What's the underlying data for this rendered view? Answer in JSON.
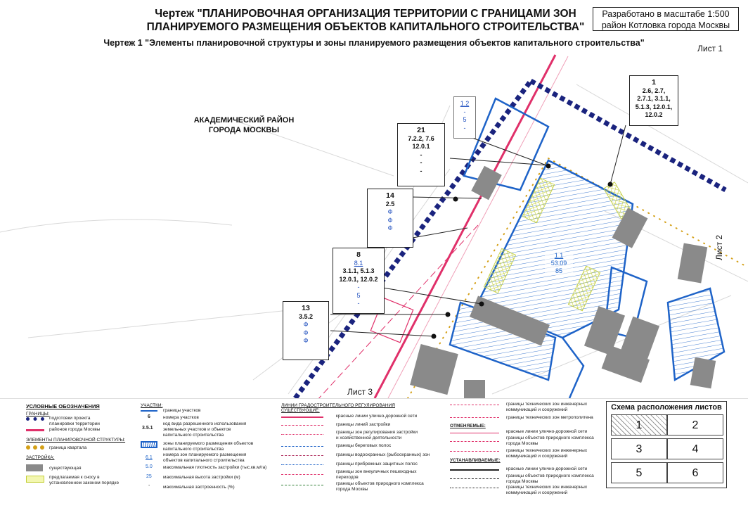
{
  "header": {
    "title_line1": "Чертеж \"ПЛАНИРОВОЧНАЯ ОРГАНИЗАЦИЯ ТЕРРИТОРИИ С ГРАНИЦАМИ ЗОН",
    "title_line2": "ПЛАНИРУЕМОГО РАЗМЕЩЕНИЯ ОБЪЕКТОВ КАПИТАЛЬНОГО СТРОИТЕЛЬСТВА\"",
    "stamp_line1": "Разработано в масштабе 1:500",
    "stamp_line2": "район Котловка города Москвы",
    "subtitle": "Чертеж 1 \"Элементы планировочной структуры и зоны планируемого размещения объектов капитального строительства\"",
    "sheet_label": "Лист 1"
  },
  "map": {
    "area_name_line1": "АКАДЕМИЧЕСКИЙ РАЙОН",
    "area_name_line2": "ГОРОДА МОСКВЫ",
    "sheet2_label": "Лист 2",
    "sheet3_label": "Лист 3",
    "zone_label": {
      "n": "1.1",
      "density": "53.09",
      "height": "85"
    },
    "callouts": {
      "c1": {
        "n": "1",
        "l1": "2.6, 2.7,",
        "l2": "2.7.1, 3.1.1,",
        "l3": "5.1.3, 12.0.1,",
        "l4": "12.0.2"
      },
      "c12": {
        "n": "1.2",
        "l1": "-",
        "l2": "5",
        "l3": "-"
      },
      "c21": {
        "n": "21",
        "l1": "7.2.2, 7.6",
        "l2": "12.0.1",
        "l3": "-",
        "l4": "-",
        "l5": "-"
      },
      "c14": {
        "n": "14",
        "l1": "2.5",
        "l2": "Ф",
        "l3": "Ф",
        "l4": "Ф"
      },
      "c8": {
        "n": "8",
        "l0": "8.1",
        "l1": "3.1.1, 5.1.3",
        "l2": "12.0.1, 12.0.2",
        "l3": "-",
        "l4": "5",
        "l5": "-"
      },
      "c13": {
        "n": "13",
        "l1": "3.5.2",
        "l2": "Ф",
        "l3": "Ф",
        "l4": "Ф"
      }
    }
  },
  "legend": {
    "title": "УСЛОВНЫЕ ОБОЗНАЧЕНИЯ",
    "borders_h": "ГРАНИЦЫ:",
    "b1a": "подготовки проекта",
    "b1b": "планировки территории",
    "b2": "районов города Москвы",
    "plan_h": "ЭЛЕМЕНТЫ ПЛАНИРОВОЧНОЙ СТРУКТУРЫ:",
    "p1": "граница квартала",
    "build_h": "ЗАСТРОЙКА:",
    "z1": "существующая",
    "z2a": "предлагаемая к сносу в",
    "z2b": "установленном законом порядке",
    "plots_h": "УЧАСТКИ:",
    "u1": "границы участков",
    "u2_sym": "6",
    "u2": "номера участков",
    "u3_sym": "3.5.1",
    "u3a": "код вида разрешенного использования",
    "u3b": "земельных участков и объектов",
    "u3c": "капитального строительства",
    "u4a": "зоны планируемого размещения объектов",
    "u4b": "капитального строительства",
    "u5_sym": "6.1",
    "u5a": "номера зон планируемого размещения",
    "u5b": "объектов капитального строительства",
    "u6_sym": "5.0",
    "u6": "максимальная плотность застройки (тыс.кв.м/га)",
    "u7_sym": "25",
    "u7": "максимальная высота застройки (м)",
    "u8_sym": "-",
    "u8": "максимальная застроенность (%)",
    "lines_h": "ЛИНИИ ГРАДОСТРОИТЕЛЬНОГО РЕГУЛИРОВАНИЯ",
    "existing_h": "СУЩЕСТВУЮЩИЕ:",
    "r1": "красные линии улично-дорожной сети",
    "r2": "границы линий застройки",
    "r3a": "границы зон регулирования застройки",
    "r3b": "и хозяйственной деятельности",
    "r4": "границы береговых полос",
    "r5": "границы водоохранных (рыбоохранных) зон",
    "r6": "границы прибрежных защитных полос",
    "r7a": "границы зон внеуличных пешеходных",
    "r7b": "переходов",
    "r8a": "границы объектов природного комплекса",
    "r8b": "города Москвы",
    "tech1a": "границы технических зон инженерных",
    "tech1b": "коммуникаций и сооружений",
    "tech2": "границы технических зон метрополитена",
    "cancel_h": "ОТМЕНЯЕМЫЕ:",
    "c1": "красные линии улично-дорожной сети",
    "c2a": "границы объектов природного комплекса",
    "c2b": "города Москвы",
    "c3a": "границы технических зон инженерных",
    "c3b": "коммуникаций и сооружений",
    "set_h": "УСТАНАВЛИВАЕМЫЕ:",
    "s1": "красные линии улично-дорожной сети",
    "s2a": "границы объектов природного комплекса",
    "s2b": "города Москвы",
    "s3a": "границы технических зон инженерных",
    "s3b": "коммуникаций и сооружений"
  },
  "scheme": {
    "title": "Схема расположения листов",
    "cells": [
      "1",
      "2",
      "3",
      "4",
      "5",
      "6"
    ]
  },
  "colors": {
    "red_line": "#e0306a",
    "boundary": "#1a237e",
    "plot": "#1e63c8",
    "quarter": "#d4a017",
    "building": "#8a8a8a",
    "yellow_hatch": "#d9e36a"
  }
}
